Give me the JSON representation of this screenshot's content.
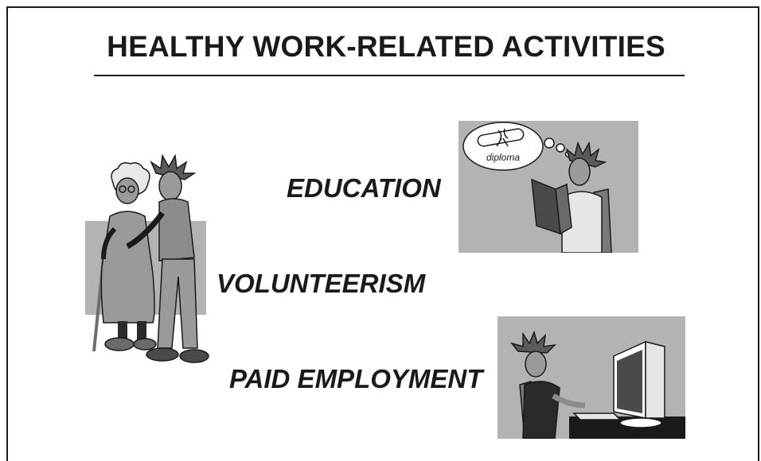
{
  "title": "HEALTHY WORK-RELATED ACTIVITIES",
  "activities": {
    "education": "EDUCATION",
    "volunteerism": "VOLUNTEERISM",
    "paid_employment": "PAID EMPLOYMENT"
  },
  "education_illustration": {
    "thought_bubble_text": "diploma"
  },
  "colors": {
    "panel_gray": "#b3b3b3",
    "figure_gray": "#8c8c8c",
    "dark": "#1a1a1a"
  }
}
